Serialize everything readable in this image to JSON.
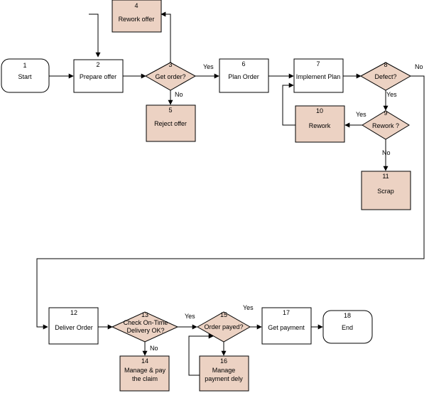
{
  "colors": {
    "process_fill": "#ffffff",
    "highlight_fill": "#ecd2c3",
    "stroke": "#000000"
  },
  "nodes": {
    "n1": {
      "num": "1",
      "label": "Start"
    },
    "n2": {
      "num": "2",
      "label": "Prepare offer"
    },
    "n3": {
      "num": "3",
      "label": "Get order?"
    },
    "n4": {
      "num": "4",
      "label": "Rework offer"
    },
    "n5": {
      "num": "5",
      "label": "Reject offer"
    },
    "n6": {
      "num": "6",
      "label": "Plan Order"
    },
    "n7": {
      "num": "7",
      "label": "Implement Plan"
    },
    "n8": {
      "num": "8",
      "label": "Defect?"
    },
    "n9": {
      "num": "9",
      "label": "Rework ?"
    },
    "n10": {
      "num": "10",
      "label": "Rework"
    },
    "n11": {
      "num": "11",
      "label": "Scrap"
    },
    "n12": {
      "num": "12",
      "label": "Deliver Order"
    },
    "n13": {
      "num": "13",
      "label_line1": "Check On-Time",
      "label_line2": "Delivery OK?"
    },
    "n14": {
      "num": "14",
      "label_line1": "Manage & pay",
      "label_line2": "the claim"
    },
    "n15": {
      "num": "15",
      "label": "Order payed?"
    },
    "n16": {
      "num": "16",
      "label_line1": "Manage",
      "label_line2": "payment dely"
    },
    "n17": {
      "num": "17",
      "label": "Get payment"
    },
    "n18": {
      "num": "18",
      "label": "End"
    }
  },
  "edge_labels": {
    "n3_yes": "Yes",
    "n3_no": "No",
    "n8_yes": "Yes",
    "n8_no": "No",
    "n9_yes": "Yes",
    "n9_no": "No",
    "n13_yes": "Yes",
    "n13_no": "No",
    "n15_yes": "Yes"
  }
}
